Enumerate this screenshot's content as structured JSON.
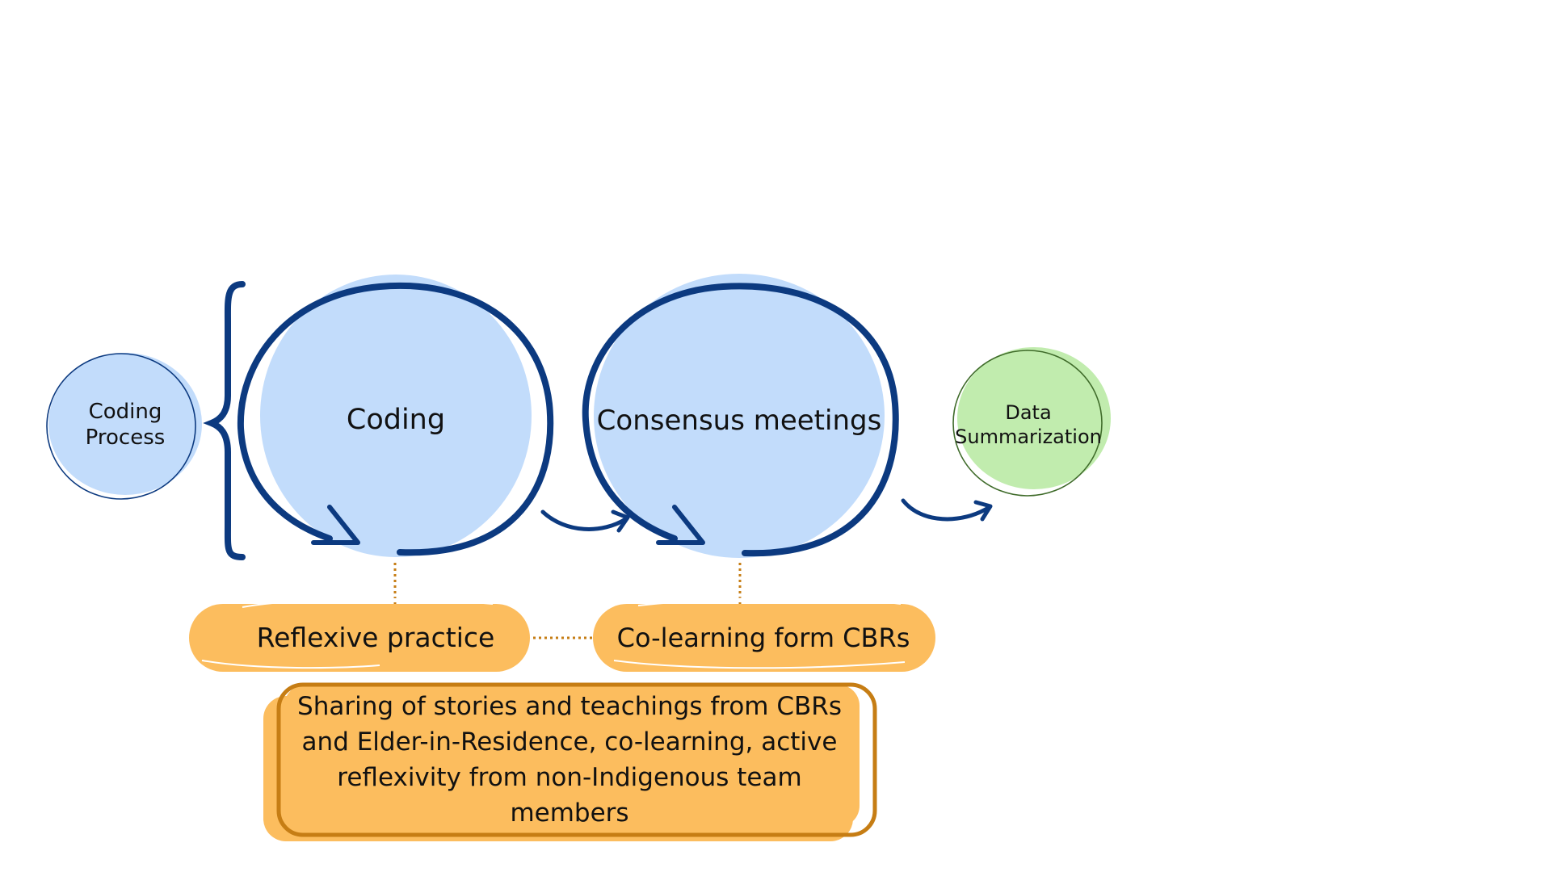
{
  "nodes": {
    "coding_process": {
      "line1": "Coding",
      "line2": "Process"
    },
    "coding": {
      "label": "Coding"
    },
    "consensus": {
      "label": "Consensus meetings"
    },
    "data_summary": {
      "line1": "Data",
      "line2": "Summarization"
    },
    "reflexive": {
      "label": "Reflexive practice"
    },
    "colearning": {
      "label": "Co-learning form CBRs"
    },
    "sharing": {
      "line1": "Sharing of stories and teachings from CBRs",
      "line2": "and Elder-in-Residence, co-learning, active",
      "line3": "reflexivity from non-Indigenous team",
      "line4": "members"
    }
  },
  "colors": {
    "blue_fill": "#c2dcfb",
    "navy_stroke": "#0c3a80",
    "green_fill": "#c1ecae",
    "green_stroke": "#3f6b2a",
    "orange_fill": "#fcbd5e",
    "orange_stroke": "#c67d14",
    "connector": "#c67d14"
  }
}
